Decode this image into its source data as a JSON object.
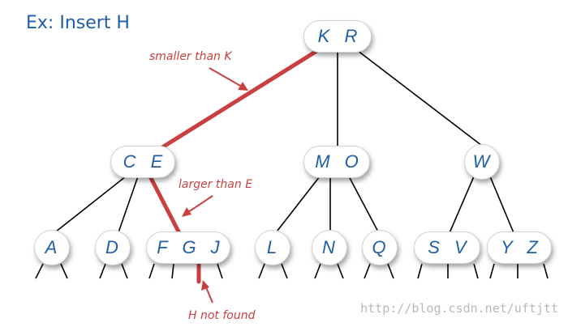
{
  "title": "Ex: Insert H",
  "colors": {
    "title_blue": "#1f5ea8",
    "key_blue": "#1f5ea8",
    "highlight_red": "#c8403f",
    "edge_black": "#000000",
    "watermark_gray": "#b8b8b8"
  },
  "tree": {
    "root": "K R",
    "level1": [
      "C E",
      "M O",
      "W"
    ],
    "leaves": [
      "A",
      "D",
      "F G J",
      "L",
      "N",
      "Q",
      "S V",
      "Y Z"
    ]
  },
  "annotations": {
    "smaller": "smaller than K",
    "larger": "larger than E",
    "not_found": "H not found"
  },
  "watermark": "http://blog.csdn.net/uftjtt"
}
